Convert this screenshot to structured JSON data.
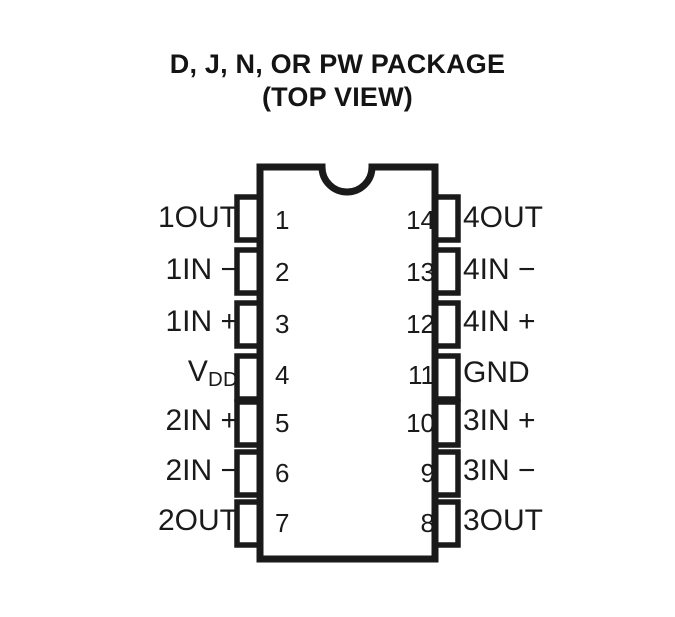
{
  "title": {
    "line1": "D, J, N, OR PW PACKAGE",
    "line2": "(TOP VIEW)"
  },
  "package": {
    "view": "TOP VIEW",
    "pin_count": 14,
    "notch": "semicircle-top-center",
    "line_color": "#1a1a1a",
    "body_fill": "#ffffff"
  },
  "pins": {
    "left": [
      {
        "number": "1",
        "label": "1OUT"
      },
      {
        "number": "2",
        "label": "1IN −"
      },
      {
        "number": "3",
        "label": "1IN +"
      },
      {
        "number": "4",
        "label_main": "V",
        "label_sub": "DD"
      },
      {
        "number": "5",
        "label": "2IN +"
      },
      {
        "number": "6",
        "label": "2IN −"
      },
      {
        "number": "7",
        "label": "2OUT"
      }
    ],
    "right": [
      {
        "number": "14",
        "label": "4OUT"
      },
      {
        "number": "13",
        "label": "4IN −"
      },
      {
        "number": "12",
        "label": "4IN +"
      },
      {
        "number": "11",
        "label": "GND"
      },
      {
        "number": "10",
        "label": "3IN +"
      },
      {
        "number": "9",
        "label": "3IN −"
      },
      {
        "number": "8",
        "label": "3OUT"
      }
    ]
  }
}
